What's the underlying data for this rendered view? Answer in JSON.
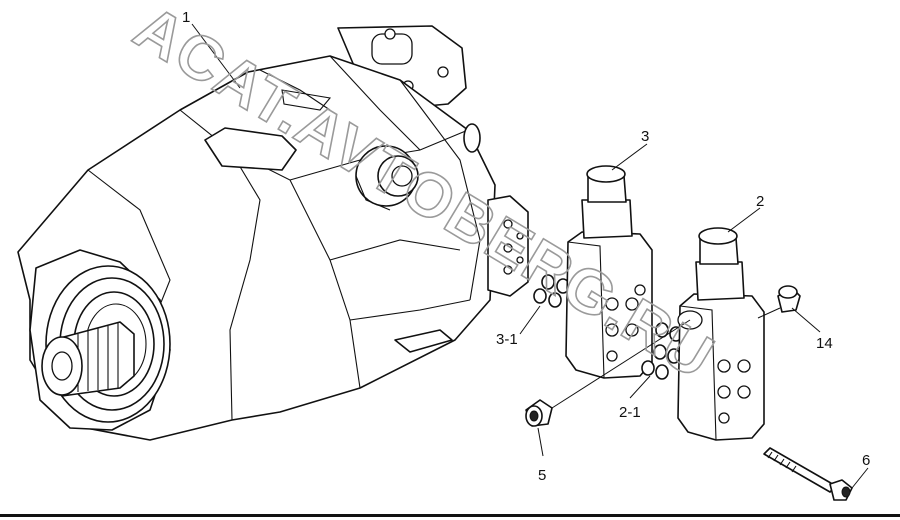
{
  "callouts": {
    "c1": "1",
    "c2": "2",
    "c3": "3",
    "c3_1": "3-1",
    "c2_1": "2-1",
    "c14": "14",
    "c5": "5",
    "c6": "6"
  },
  "watermark": "ACAT.AVTOBERG.RU"
}
